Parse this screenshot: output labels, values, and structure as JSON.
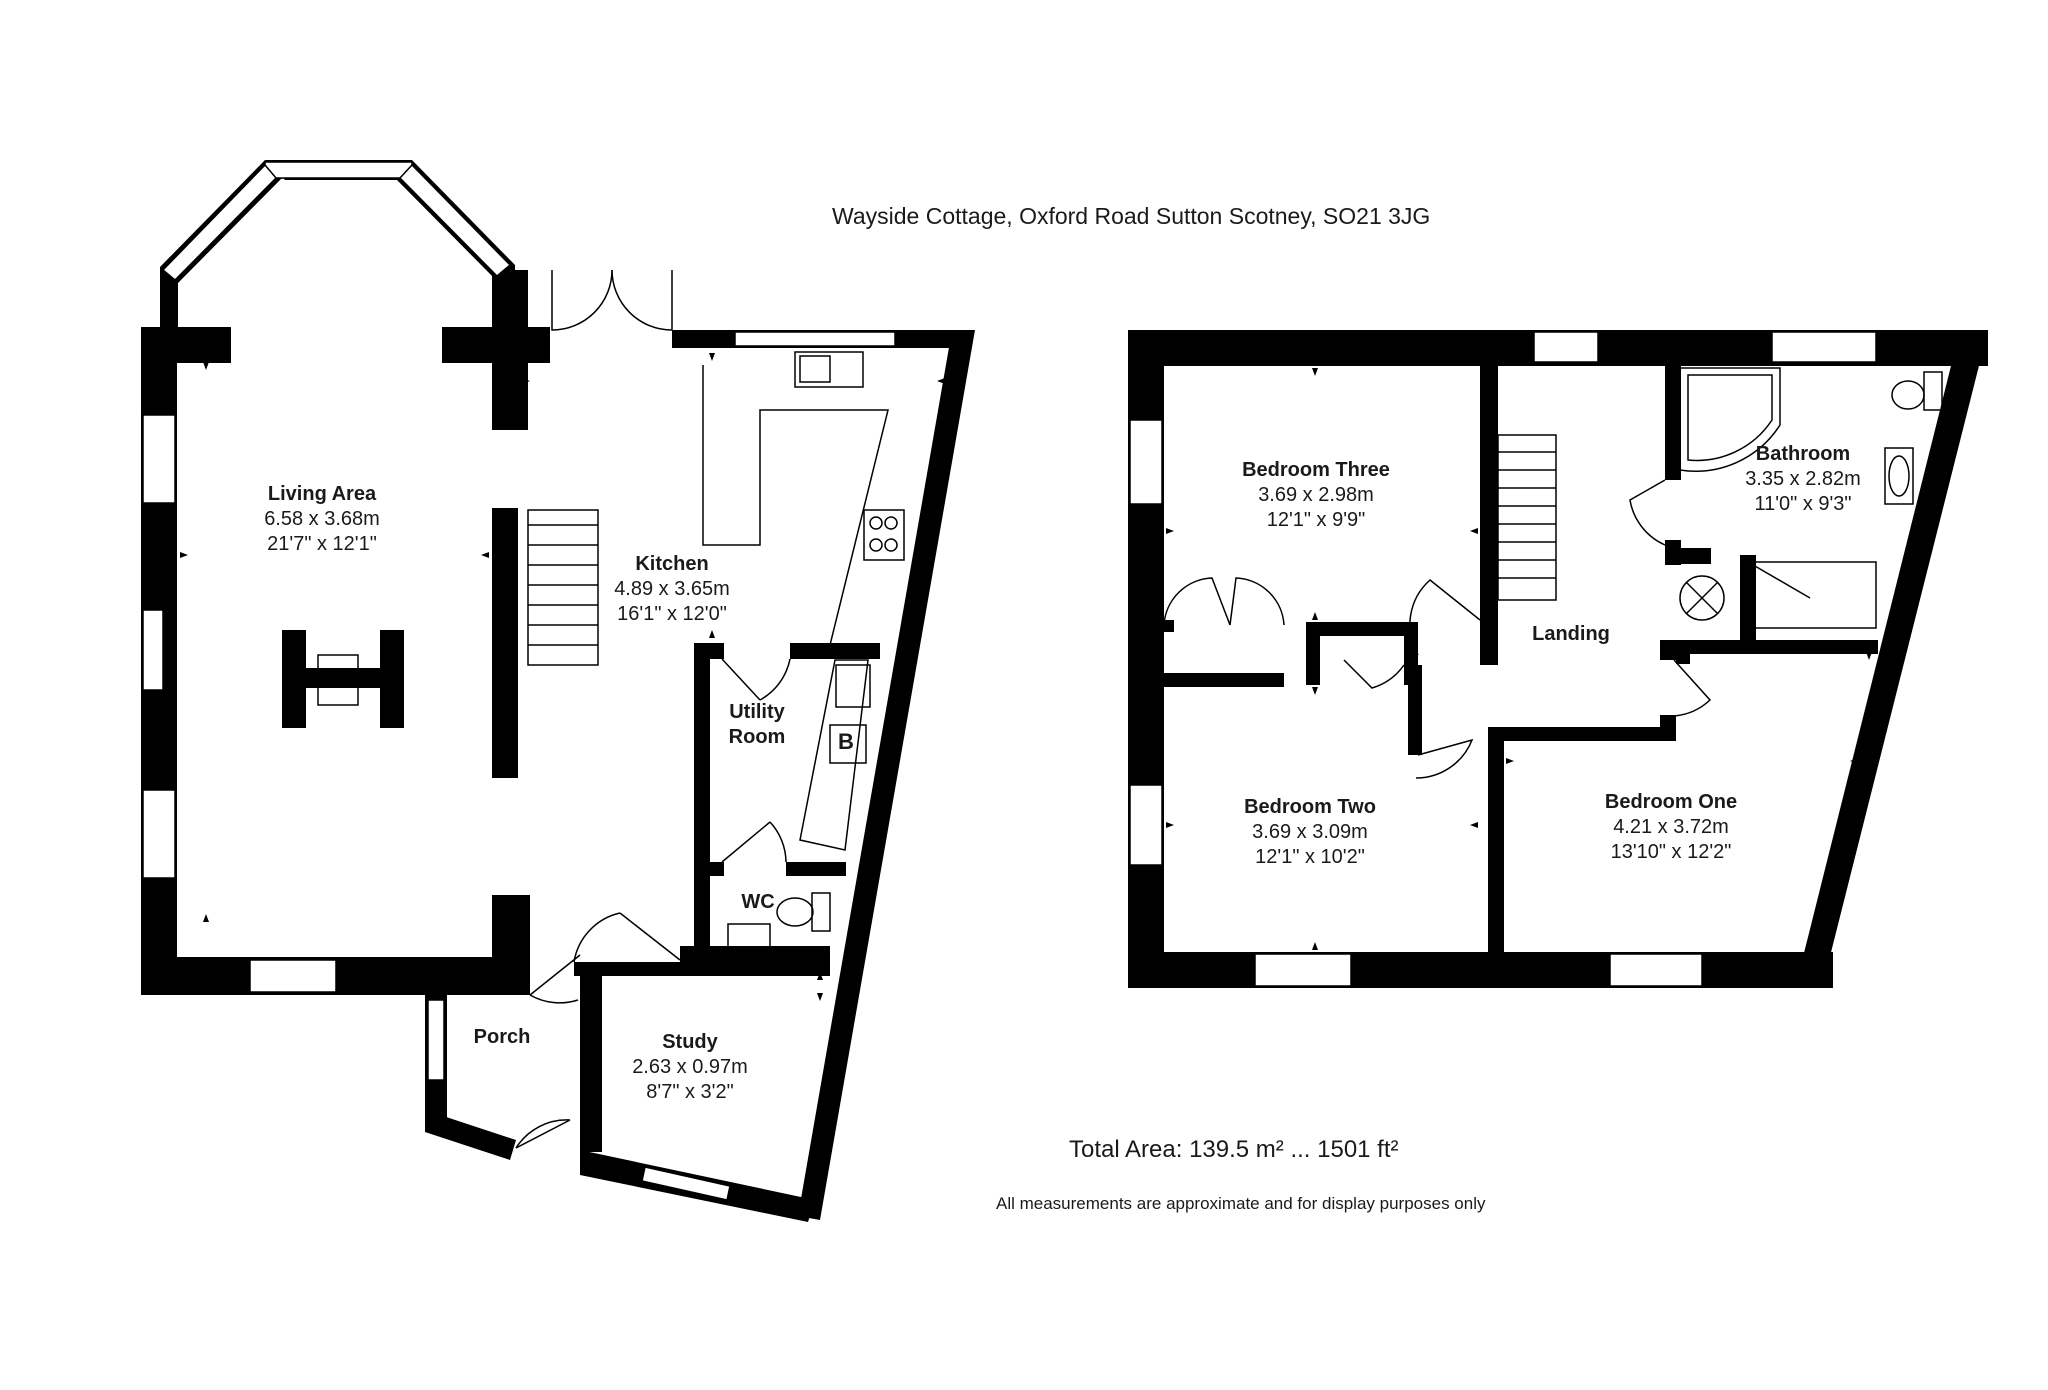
{
  "title": "Wayside Cottage, Oxford Road Sutton Scotney, SO21 3JG",
  "total_area": "Total Area: 139.5 m² ... 1501 ft²",
  "disclaimer": "All measurements are approximate and for display purposes only",
  "ground_floor": {
    "living_area": {
      "name": "Living Area",
      "metric": "6.58 x 3.68m",
      "imperial": "21'7\" x 12'1\""
    },
    "kitchen": {
      "name": "Kitchen",
      "metric": "4.89 x 3.65m",
      "imperial": "16'1\" x 12'0\""
    },
    "utility_room": {
      "name_line1": "Utility",
      "name_line2": "Room",
      "boiler": "B"
    },
    "wc": {
      "name": "WC"
    },
    "porch": {
      "name": "Porch"
    },
    "study": {
      "name": "Study",
      "metric": "2.63 x 0.97m",
      "imperial": "8'7\" x 3'2\""
    }
  },
  "first_floor": {
    "bedroom_three": {
      "name": "Bedroom Three",
      "metric": "3.69 x 2.98m",
      "imperial": "12'1\" x 9'9\""
    },
    "bathroom": {
      "name": "Bathroom",
      "metric": "3.35 x 2.82m",
      "imperial": "11'0\" x 9'3\""
    },
    "landing": {
      "name": "Landing"
    },
    "bedroom_two": {
      "name": "Bedroom Two",
      "metric": "3.69 x 3.09m",
      "imperial": "12'1\" x 10'2\""
    },
    "bedroom_one": {
      "name": "Bedroom One",
      "metric": "4.21 x 3.72m",
      "imperial": "13'10\" x 12'2\""
    }
  },
  "colors": {
    "wall": "#000000",
    "window": "#ffffff",
    "text": "#1a1a1a"
  }
}
